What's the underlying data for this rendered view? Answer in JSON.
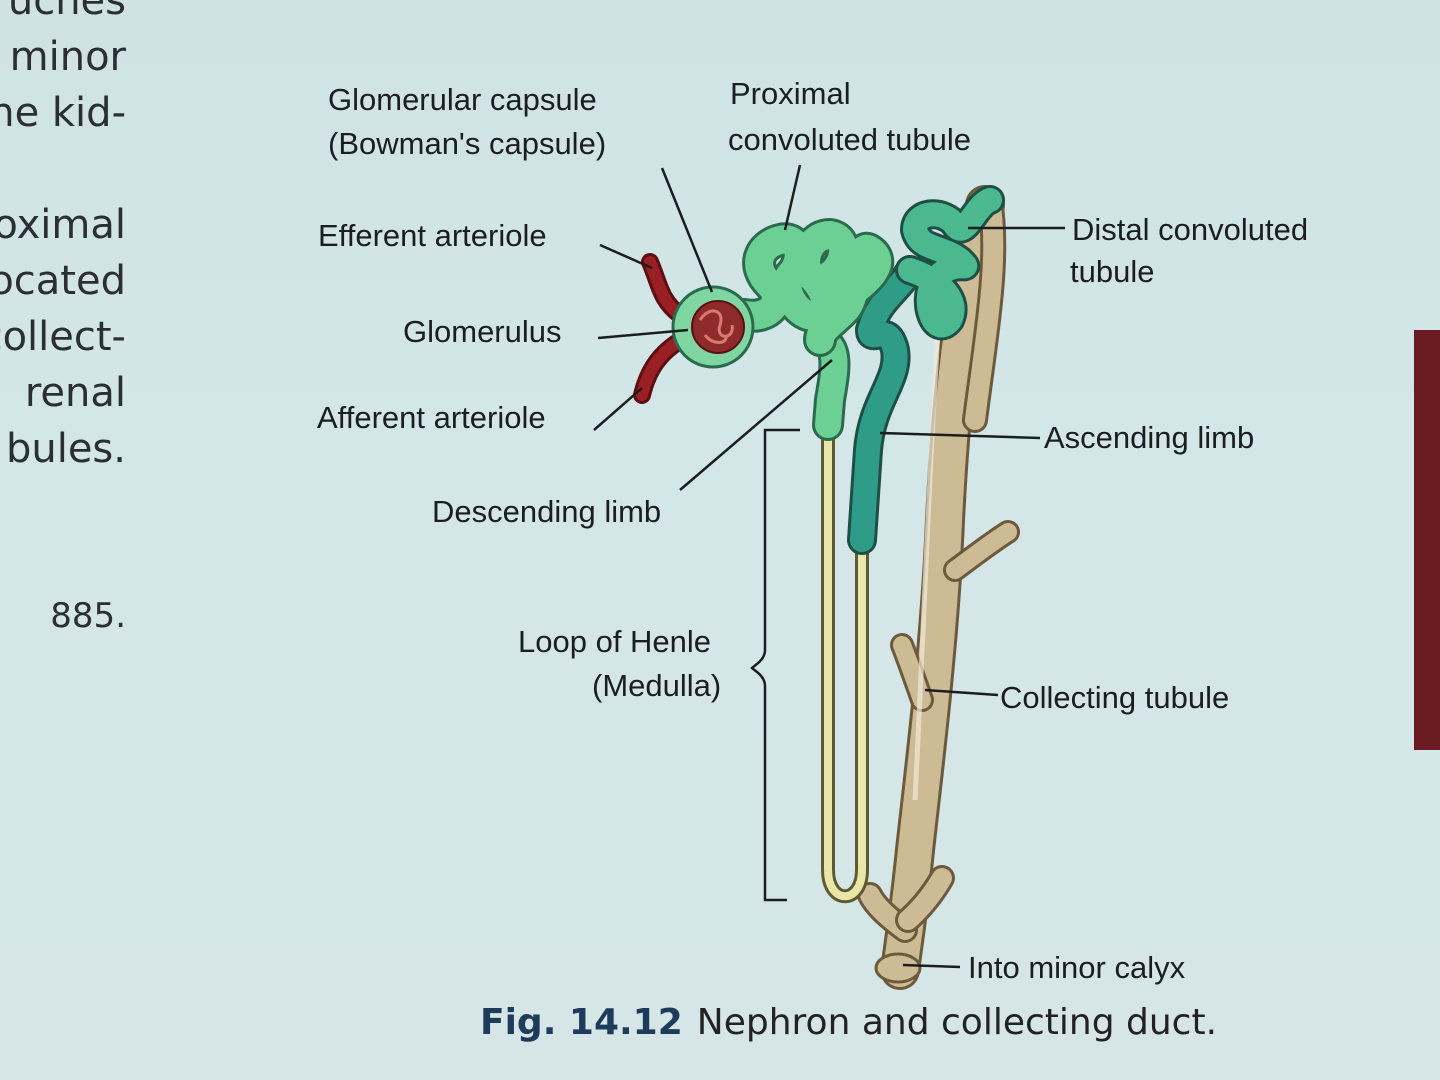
{
  "side_text": {
    "lines": [
      "ucnes",
      "minor",
      "ne kid-",
      "oximal",
      "ocated",
      "collect-",
      "renal",
      "bules.",
      "885."
    ]
  },
  "labels": {
    "glomerular_capsule": "Glomerular capsule",
    "bowmans_capsule": "(Bowman's capsule)",
    "proximal_line1": "Proximal",
    "proximal_line2": "convoluted tubule",
    "efferent_arteriole": "Efferent arteriole",
    "glomerulus": "Glomerulus",
    "afferent_arteriole": "Afferent arteriole",
    "descending_limb": "Descending limb",
    "loop_line1": "Loop of Henle",
    "loop_line2": "(Medulla)",
    "distal_line1": "Distal convoluted",
    "distal_line2": "tubule",
    "ascending_limb": "Ascending limb",
    "collecting_tubule": "Collecting tubule",
    "into_minor_calyx": "Into minor calyx"
  },
  "caption": {
    "fig_number": "Fig. 14.12",
    "text": "Nephron and collecting duct."
  },
  "colors": {
    "tubule_green": "#6ccf94",
    "tubule_dark_green": "#2f9c88",
    "arteriole_red": "#9a1f24",
    "collecting_tan": "#cdbb96",
    "thin_limb": "#e8e6a8",
    "maroon_edge": "#6b1c22"
  }
}
